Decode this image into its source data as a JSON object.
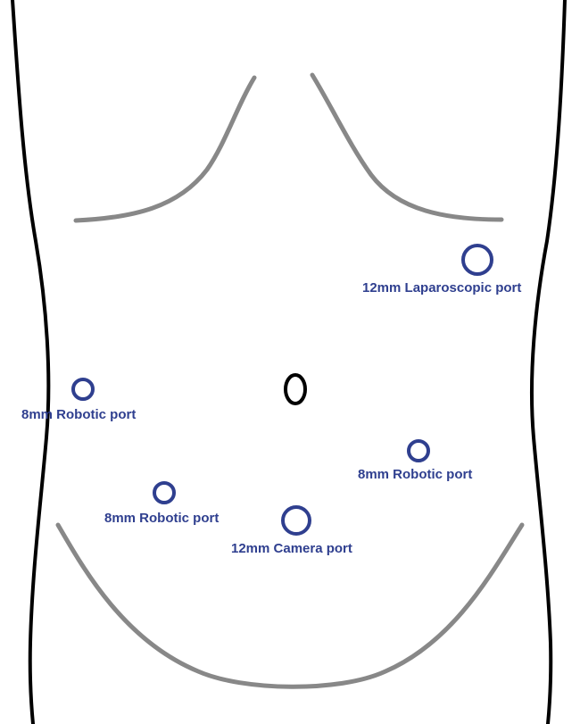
{
  "colors": {
    "background": "#ffffff",
    "body_outline": "#000000",
    "anatomy_curve": "#7f7f7f",
    "port": "#2f3f8f",
    "label": "#2f3f8f",
    "umbilicus": "#000000"
  },
  "ports": [
    {
      "id": "laparoscopic-12mm",
      "label": "12mm Laparoscopic port"
    },
    {
      "id": "robotic-8mm-left",
      "label": "8mm Robotic port"
    },
    {
      "id": "robotic-8mm-right",
      "label": "8mm Robotic port"
    },
    {
      "id": "robotic-8mm-lower",
      "label": "8mm Robotic port"
    },
    {
      "id": "camera-12mm",
      "label": "12mm Camera port"
    }
  ]
}
